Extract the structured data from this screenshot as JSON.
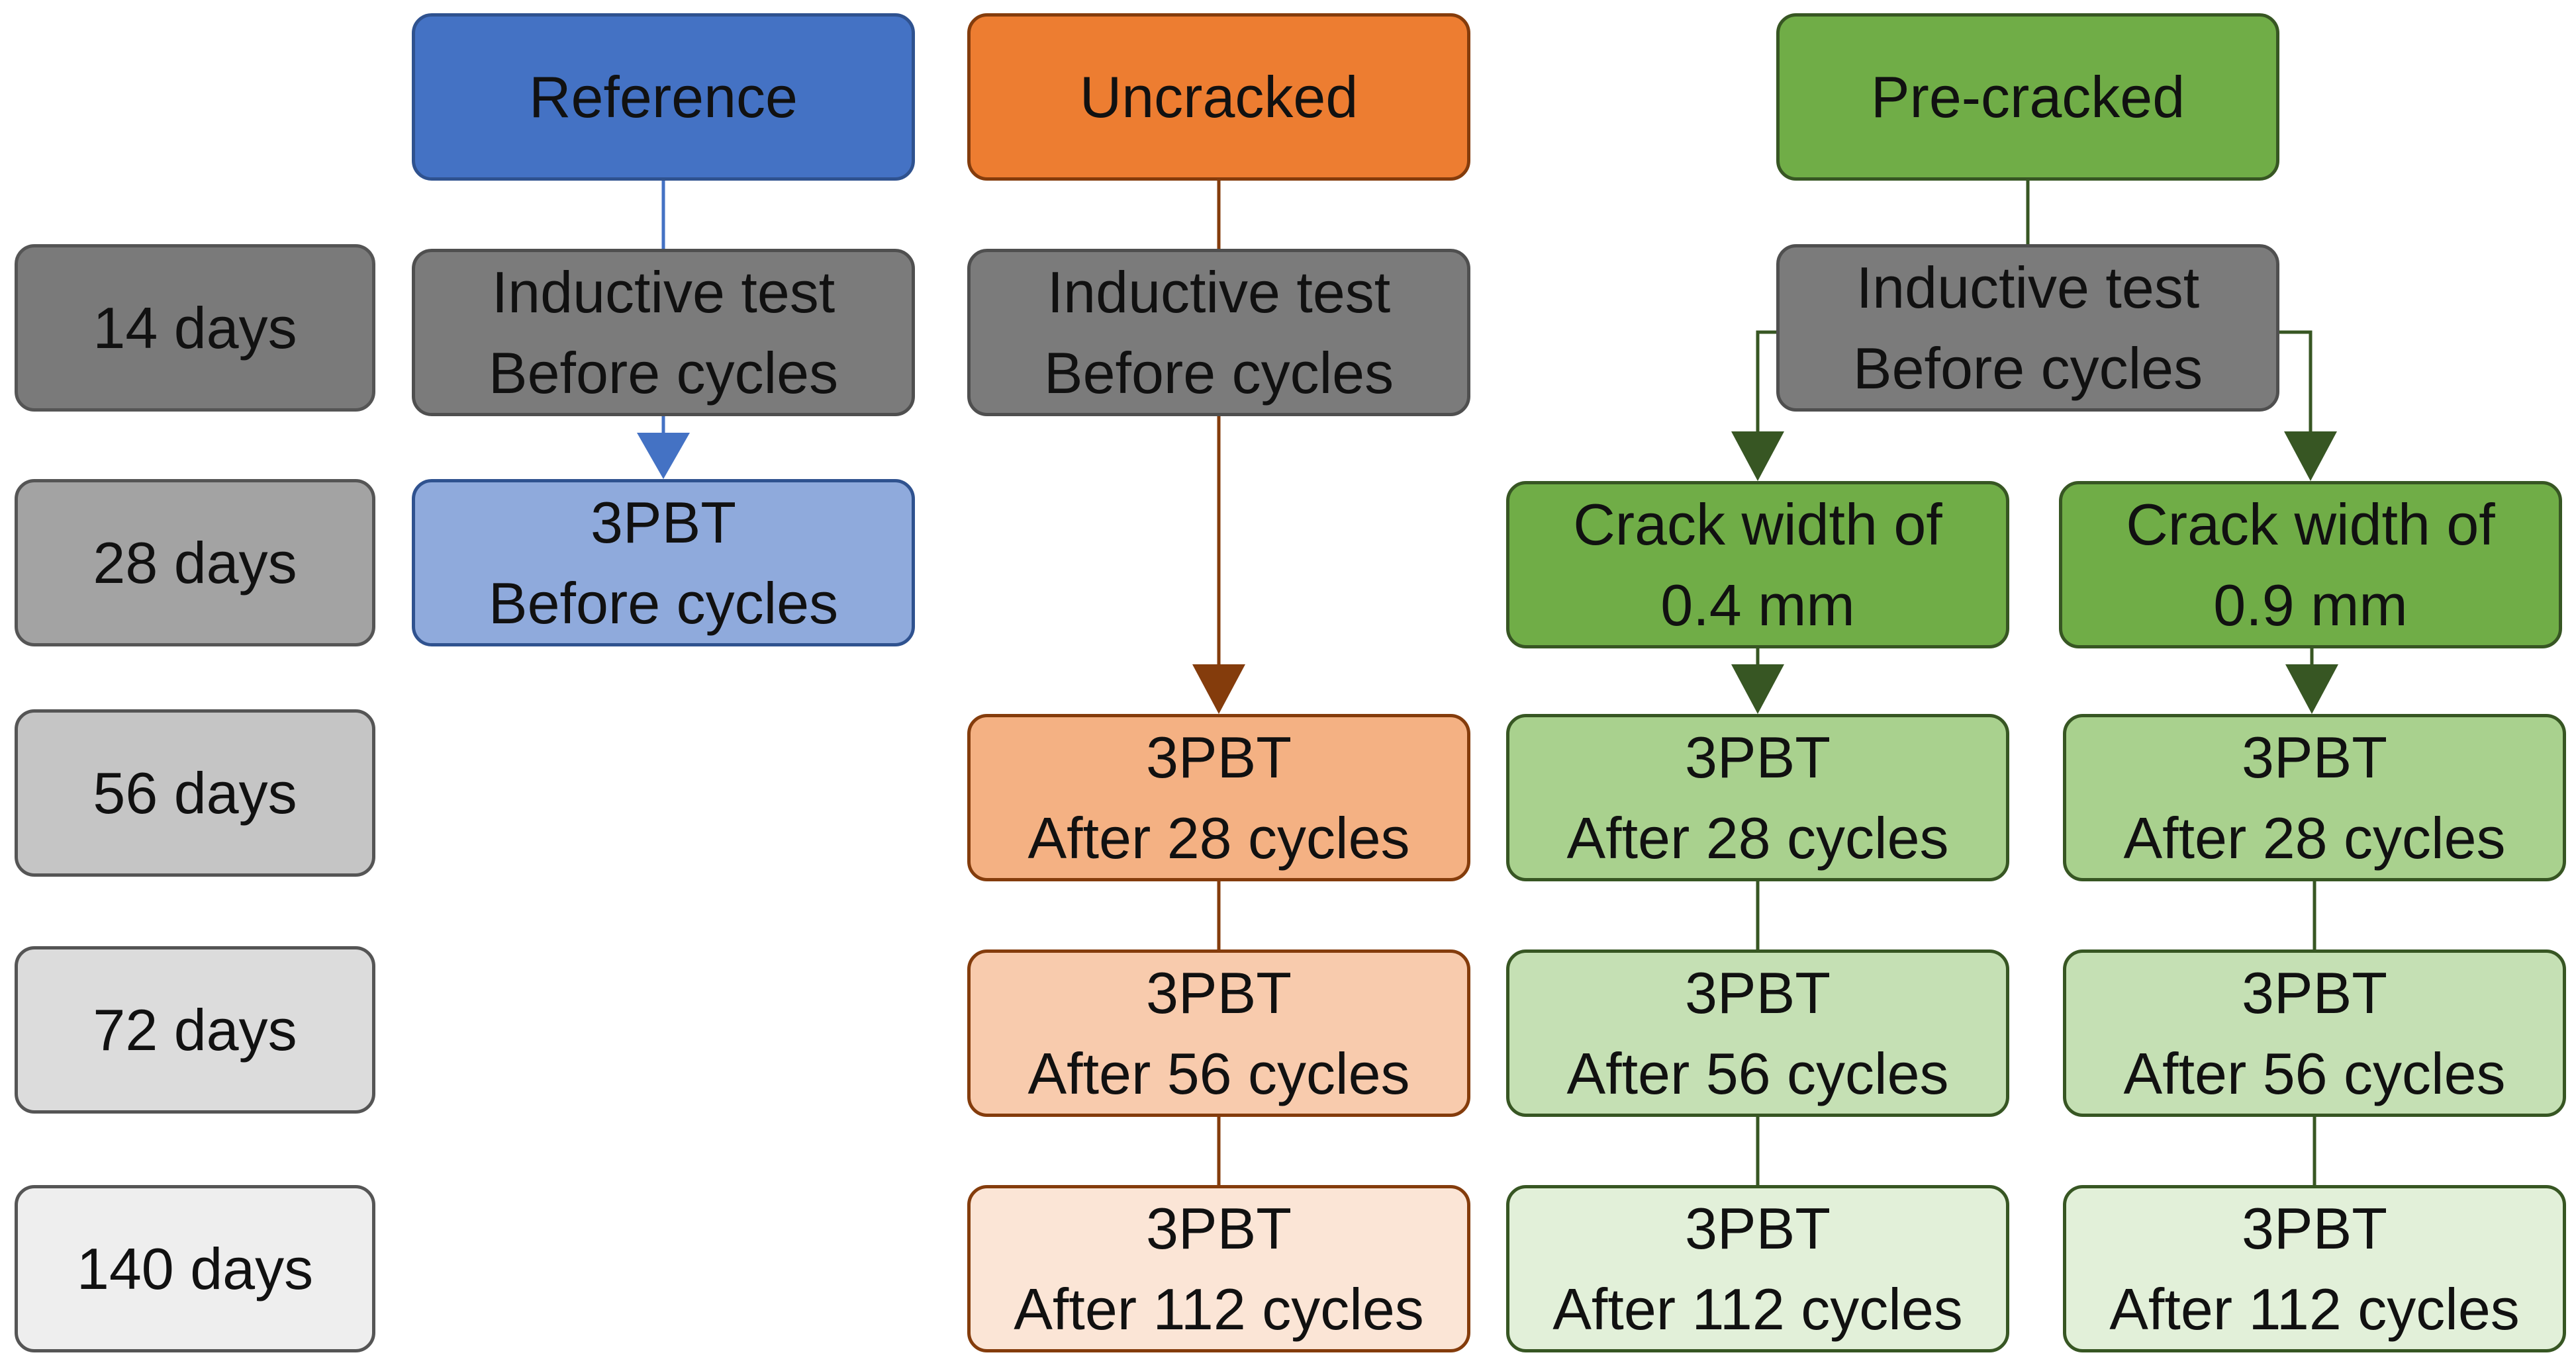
{
  "colors": {
    "reference": "#4472c4",
    "uncracked": "#ed7d31",
    "precracked": "#70ad47",
    "test_gray": "#7b7b7b"
  },
  "days": [
    "14 days",
    "28 days",
    "56 days",
    "72 days",
    "140 days"
  ],
  "columns": {
    "reference": {
      "header": "Reference",
      "inductive": [
        "Inductive test",
        "Before cycles"
      ],
      "test": [
        "3PBT",
        "Before cycles"
      ]
    },
    "uncracked": {
      "header": "Uncracked",
      "inductive": [
        "Inductive test",
        "Before cycles"
      ],
      "tests": [
        [
          "3PBT",
          "After 28 cycles"
        ],
        [
          "3PBT",
          "After 56 cycles"
        ],
        [
          "3PBT",
          "After 112 cycles"
        ]
      ]
    },
    "precracked": {
      "header": "Pre-cracked",
      "inductive": [
        "Inductive test",
        "Before cycles"
      ],
      "branches": [
        {
          "crack": [
            "Crack width of",
            "0.4 mm"
          ],
          "tests": [
            [
              "3PBT",
              "After 28 cycles"
            ],
            [
              "3PBT",
              "After 56 cycles"
            ],
            [
              "3PBT",
              "After 112 cycles"
            ]
          ]
        },
        {
          "crack": [
            "Crack width of",
            "0.9 mm"
          ],
          "tests": [
            [
              "3PBT",
              "After 28 cycles"
            ],
            [
              "3PBT",
              "After 56 cycles"
            ],
            [
              "3PBT",
              "After 112 cycles"
            ]
          ]
        }
      ]
    }
  }
}
